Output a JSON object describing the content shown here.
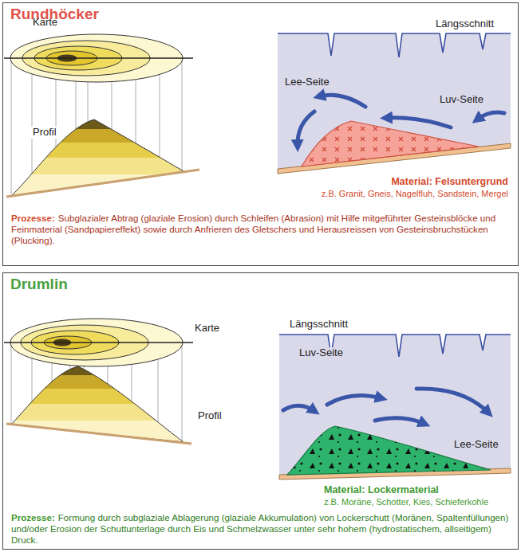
{
  "diagram": {
    "nodes": [
      {
        "text": [
          "Rundhöcker"
        ]
      },
      {
        "text": [
          "Drumlin"
        ]
      }
    ],
    "labels": [
      "Karte",
      "Längsschnitt",
      "Profil",
      "Lee-Seite",
      "Luv-Seite",
      "Material: Felsuntergrund",
      "z.B. Granit, Gneis, Nagelfluh, Sandstein, Mergel",
      "Prozesse:",
      "Subglazialer Abtrag (glaziale Erosion) durch Schleifen (Abrasion) mit Hilfe mitgeführter Gesteinsblöcke und Feinmaterial (Sandpapiereffekt) sowie durch Anfrieren des Gletschers und Herausreissen von Gesteinsbruchstücken (Plucking).",
      "Karte",
      "Längsschnitt",
      "Profil",
      "Luv-Seite",
      "Lee-Seite",
      "Material: Lockermaterial",
      "z.B. Moräne, Schotter, Kies, Schieferkohle",
      "Prozesse:",
      "Formung durch subglaziale Ablagerung (glaziale Akkumulation) von Lockerschutt (Moränen, Spaltenfüllungen) und/oder Erosion der Schuttunterlage durch Eis und Schmelzwasser unter sehr hohem (hydrostatischem, allseitigem) Druck."
    ]
  }
}
